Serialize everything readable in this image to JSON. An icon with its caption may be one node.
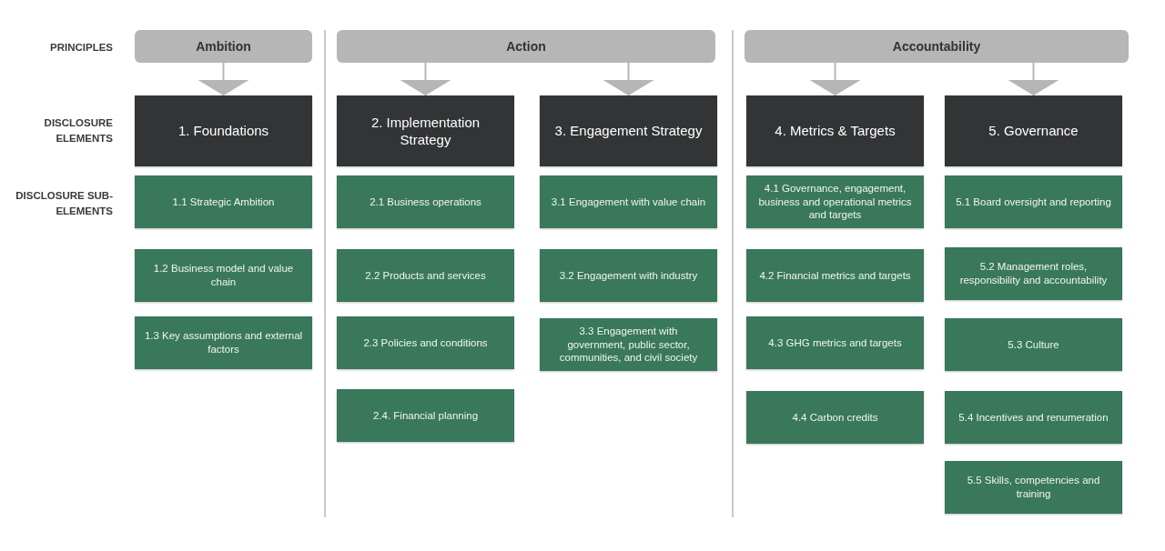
{
  "diagram": {
    "nodes": [
      {
        "text": [
          "Ambition"
        ]
      },
      {
        "text": [
          "Action"
        ]
      },
      {
        "text": [
          "Accountability"
        ]
      },
      {
        "text": [
          "1. Foundations"
        ]
      },
      {
        "text": [
          "2. Implementation Strategy"
        ]
      },
      {
        "text": [
          "3. Engagement Strategy"
        ]
      },
      {
        "text": [
          "4. Metrics & Targets"
        ]
      },
      {
        "text": [
          "5. Governance"
        ]
      },
      {
        "text": [
          "1.1 Strategic Ambition"
        ]
      },
      {
        "text": [
          "1.2 Business model and value chain"
        ]
      },
      {
        "text": [
          "1.3 Key assumptions and external factors"
        ]
      },
      {
        "text": [
          "2.1 Business operations"
        ]
      },
      {
        "text": [
          "2.2 Products and services"
        ]
      },
      {
        "text": [
          "2.3 Policies and conditions"
        ]
      },
      {
        "text": [
          "2.4. Financial planning"
        ]
      },
      {
        "text": [
          "3.1 Engagement with value chain"
        ]
      },
      {
        "text": [
          "3.2 Engagement with industry"
        ]
      },
      {
        "text": [
          "3.3 Engagement with government, public sector, communities, and civil society"
        ]
      },
      {
        "text": [
          "4.1 Governance, engagement, business and operational metrics and targets"
        ]
      },
      {
        "text": [
          "4.2 Financial metrics and targets"
        ]
      },
      {
        "text": [
          "4.3 GHG metrics and targets"
        ]
      },
      {
        "text": [
          "4.4 Carbon credits"
        ]
      },
      {
        "text": [
          "5.1 Board oversight and reporting"
        ]
      },
      {
        "text": [
          "5.2 Management roles, responsibility and accountability"
        ]
      },
      {
        "text": [
          "5.3 Culture"
        ]
      },
      {
        "text": [
          "5.4 Incentives and renumeration"
        ]
      },
      {
        "text": [
          "5.5 Skills, competencies and training"
        ]
      }
    ],
    "edges": [
      {
        "from": 0,
        "to": 3,
        "arrow": "to"
      },
      {
        "from": 1,
        "to": 4,
        "arrow": "to"
      },
      {
        "from": 1,
        "to": 5,
        "arrow": "to"
      },
      {
        "from": 2,
        "to": 6,
        "arrow": "to"
      },
      {
        "from": 2,
        "to": 7,
        "arrow": "to"
      }
    ],
    "labels": [
      "PRINCIPLES",
      "DISCLOSURE ELEMENTS",
      "DISCLOSURE SUB-ELEMENTS"
    ]
  }
}
